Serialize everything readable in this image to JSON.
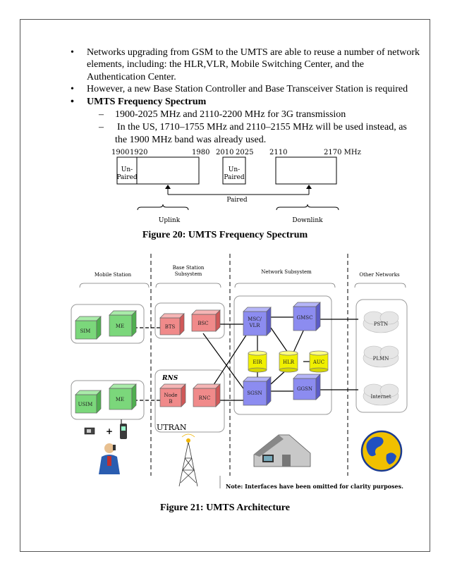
{
  "bullets": [
    {
      "line1": "Networks upgrading from GSM to the UMTS are able to reuse a number of network",
      "line2": "elements, including: the HLR,VLR, Mobile Switching Center, and the",
      "line3": "Authentication Center."
    },
    {
      "line1": "However, a new Base Station Controller and Base Transceiver Station is required"
    },
    {
      "line1": "UMTS Frequency Spectrum"
    }
  ],
  "sub_bullets": [
    {
      "line1": "1900-2025 MHz and 2110-2200 MHz for 3G transmission"
    },
    {
      "line1": "In the US, 1710–1755 MHz and 2110–2155 MHz will be used instead, as",
      "line2": "the 1900 MHz band was already used."
    }
  ],
  "spectrum": {
    "ticks": [
      "1900",
      "1920",
      "1980",
      "2010",
      "2025",
      "2110",
      "2170 MHz"
    ],
    "unpaired_1": [
      "Un-",
      "Paired"
    ],
    "unpaired_2": [
      "Un-",
      "Paired"
    ],
    "paired": "Paired",
    "uplink": "Uplink",
    "downlink": "Downlink"
  },
  "figure20_caption": "Figure 20: UMTS Frequency Spectrum",
  "architecture": {
    "sections": {
      "mobile_station": "Mobile Station",
      "bss": [
        "Base Station",
        "Subsystem"
      ],
      "nss": "Network Subsystem",
      "other": "Other Networks"
    },
    "nodes": {
      "sim": "SIM",
      "me1": "ME",
      "usim": "USIM",
      "me2": "ME",
      "bts": "BTS",
      "bsc": "BSC",
      "nodeb": [
        "Node",
        "B"
      ],
      "rnc": "RNC",
      "msc": [
        "MSC/",
        "VLR"
      ],
      "gmsc": "GMSC",
      "sgsn": "SGSN",
      "ggsn": "GGSN",
      "eir": "EIR",
      "hlr": "HLR",
      "auc": "AUC",
      "pstn": "PSTN",
      "plmn": "PLMN",
      "internet": "Internet"
    },
    "rns_label": "RNS",
    "utran_label": "UTRAN",
    "plus": "+",
    "note": "Note: Interfaces have been omitted for clarity purposes."
  },
  "figure21_caption": "Figure 21: UMTS Architecture",
  "colors": {
    "green": "#7bd77b",
    "red": "#f08a8a",
    "purple": "#8c8cf0",
    "yellow": "#f0f000"
  }
}
